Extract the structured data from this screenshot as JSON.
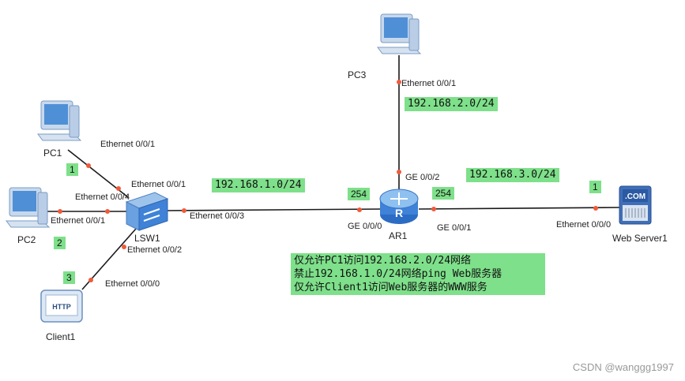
{
  "devices": {
    "pc1": "PC1",
    "pc2": "PC2",
    "pc3": "PC3",
    "client1": "Client1",
    "lsw1": "LSW1",
    "ar1": "AR1",
    "web_server": "Web Server1"
  },
  "ports": {
    "pc1_eth": "Ethernet 0/0/1",
    "lsw_eth_001": "Ethernet 0/0/1",
    "lsw_eth_004": "Ethernet 0/0/4",
    "pc2_eth": "Ethernet 0/0/1",
    "lsw_eth_003": "Ethernet 0/0/3",
    "lsw_eth_002": "Ethernet 0/0/2",
    "client1_eth": "Ethernet 0/0/0",
    "pc3_eth": "Ethernet 0/0/1",
    "ar_ge002": "GE 0/0/2",
    "ar_ge000": "GE 0/0/0",
    "ar_ge001": "GE 0/0/1",
    "web_eth": "Ethernet 0/0/0"
  },
  "networks": {
    "net1": "192.168.1.0/24",
    "net2": "192.168.2.0/24",
    "net3": "192.168.3.0/24"
  },
  "host_ids": {
    "pc1": "1",
    "pc2": "2",
    "client1": "3",
    "ar_left": "254",
    "ar_right": "254",
    "web": "1"
  },
  "icon_labels": {
    "http": "HTTP",
    "com": ".COM",
    "router": "R"
  },
  "notes": [
    "仅允许PC1访问192.168.2.0/24网络",
    "禁止192.168.1.0/24网络ping Web服务器",
    "仅允许Client1访问Web服务器的WWW服务"
  ],
  "watermark": "CSDN @wanggg1997",
  "colors": {
    "link": "#1a1a1a",
    "port_dot": "#f05a3a",
    "highlight": "#7ee08a"
  }
}
